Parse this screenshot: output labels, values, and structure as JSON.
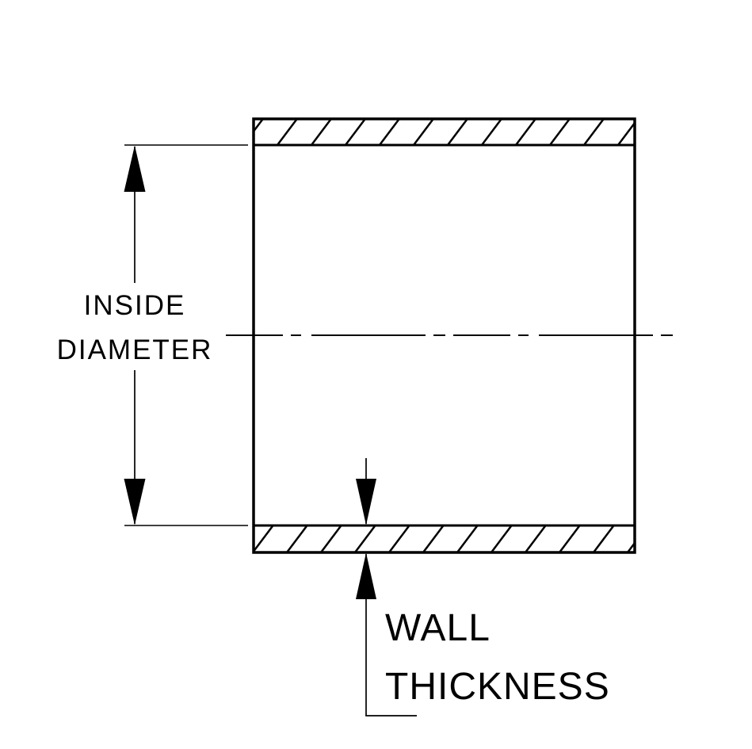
{
  "diagram": {
    "type": "technical-drawing",
    "subject": "tube-cross-section-with-dimensions",
    "background_color": "#ffffff",
    "line_color": "#000000",
    "labels": {
      "inside_diameter": {
        "line1": "INSIDE",
        "line2": "DIAMETER"
      },
      "wall_thickness": {
        "line1": "WALL",
        "line2": "THICKNESS"
      }
    }
  }
}
